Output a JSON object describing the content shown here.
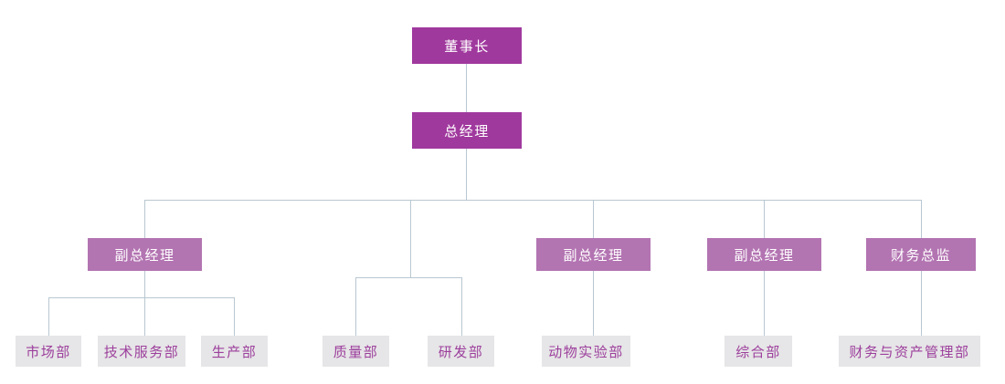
{
  "colors": {
    "exec_bg": "#A0399E",
    "mid_bg": "#B374B2",
    "exec_text": "#FFFFFF",
    "dept_bg": "#E6E5E7",
    "dept_text": "#9C3F9C",
    "line_color": "#B9C7D1"
  },
  "nodes": {
    "chairman": "董事长",
    "general_manager": "总经理",
    "deputy_gm_1": "副总经理",
    "deputy_gm_2": "副总经理",
    "deputy_gm_3": "副总经理",
    "finance_director": "财务总监",
    "marketing": "市场部",
    "tech_service": "技术服务部",
    "production": "生产部",
    "quality": "质量部",
    "rnd": "研发部",
    "animal_lab": "动物实验部",
    "general_affairs": "综合部",
    "finance_asset_mgmt": "财务与资产管理部"
  },
  "hierarchy": {
    "root": "chairman",
    "edges": [
      {
        "parent": "chairman",
        "child": "general_manager"
      },
      {
        "parent": "general_manager",
        "child": "deputy_gm_1"
      },
      {
        "parent": "general_manager",
        "child": "unlabeled-branch"
      },
      {
        "parent": "general_manager",
        "child": "deputy_gm_2"
      },
      {
        "parent": "general_manager",
        "child": "deputy_gm_3"
      },
      {
        "parent": "general_manager",
        "child": "finance_director"
      },
      {
        "parent": "deputy_gm_1",
        "child": "marketing"
      },
      {
        "parent": "deputy_gm_1",
        "child": "tech_service"
      },
      {
        "parent": "deputy_gm_1",
        "child": "production"
      },
      {
        "parent": "unlabeled-branch",
        "child": "quality"
      },
      {
        "parent": "unlabeled-branch",
        "child": "rnd"
      },
      {
        "parent": "deputy_gm_2",
        "child": "animal_lab"
      },
      {
        "parent": "deputy_gm_3",
        "child": "general_affairs"
      },
      {
        "parent": "finance_director",
        "child": "finance_asset_mgmt"
      }
    ]
  }
}
